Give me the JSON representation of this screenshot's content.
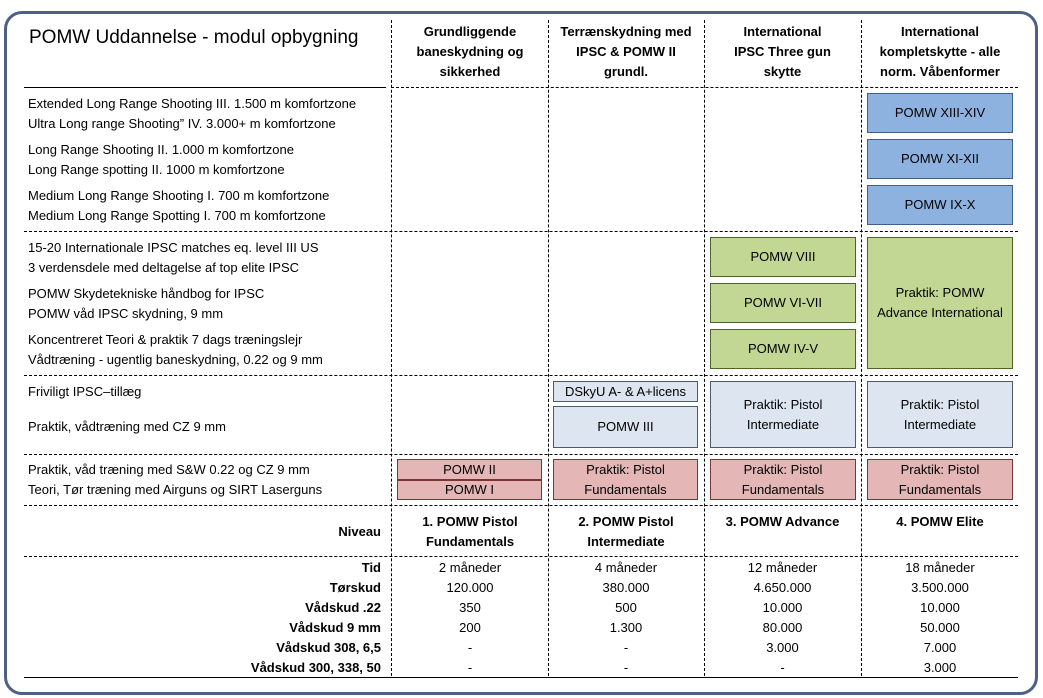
{
  "title": "POMW Uddannelse - modul opbygning",
  "columns": [
    {
      "l1": "Grundliggende",
      "l2": "baneskydning og",
      "l3": "sikkerhed"
    },
    {
      "l1": "Terrænskydning med",
      "l2": "IPSC & POMW II",
      "l3": "grundl."
    },
    {
      "l1": "International",
      "l2": "IPSC Three gun",
      "l3": "skytte"
    },
    {
      "l1": "International",
      "l2": "kompletskytte - alle",
      "l3": "norm. Våbenformer"
    }
  ],
  "left_rows": [
    "Extended Long Range Shooting III. 1.500 m komfortzone",
    "Ultra Long range Shooting” IV. 3.000+ m komfortzone",
    "Long Range Shooting II. 1.000 m komfortzone",
    "Long Range spotting II. 1000 m komfortzone",
    "Medium Long Range Shooting I. 700 m komfortzone",
    "Medium Long Range Spotting I. 700 m komfortzone",
    "15-20 Internationale IPSC matches eq. level III US",
    "3 verdensdele med deltagelse af top elite IPSC",
    "POMW Skydetekniske håndbog for IPSC",
    "POMW våd IPSC skydning, 9 mm",
    "Koncentreret Teori & praktik 7 dags træningslejr",
    "Vådtræning - ugentlig baneskydning, 0.22 og 9 mm",
    "Friviligt IPSC–tillæg",
    "Praktik, vådtræning med CZ 9 mm",
    "Praktik, våd træning med S&W 0.22 og CZ 9 mm",
    "Teori, Tør træning med Airguns og SIRT Laserguns"
  ],
  "boxes": {
    "pomw_xiii_xiv": "POMW XIII-XIV",
    "pomw_xi_xii": "POMW XI-XII",
    "pomw_ix_x": "POMW IX-X",
    "pomw_viii": "POMW VIII",
    "pomw_vi_vii": "POMW VI-VII",
    "pomw_iv_v": "POMW IV-V",
    "praktik_adv_l1": "Praktik: POMW",
    "praktik_adv_l2": "Advance International",
    "dskyu": "DSkyU A- & A+licens",
    "pomw_iii": "POMW III",
    "pistol_inter_l1": "Praktik: Pistol",
    "pistol_inter_l2": "Intermediate",
    "pomw_ii": "POMW II",
    "pomw_i": "POMW I",
    "pistol_fund_l1": "Praktik: Pistol",
    "pistol_fund_l2": "Fundamentals"
  },
  "niveau_label": "Niveau",
  "levels": [
    {
      "l1": "1. POMW Pistol",
      "l2": "Fundamentals"
    },
    {
      "l1": "2. POMW Pistol",
      "l2": "Intermediate"
    },
    {
      "l1": "3. POMW Advance",
      "l2": ""
    },
    {
      "l1": "4. POMW Elite",
      "l2": ""
    }
  ],
  "stats": [
    {
      "label": "Tid",
      "values": [
        "2 måneder",
        "4 måneder",
        "12 måneder",
        "18 måneder"
      ]
    },
    {
      "label": "Tørskud",
      "values": [
        "120.000",
        "380.000",
        "4.650.000",
        "3.500.000"
      ]
    },
    {
      "label": "Vådskud .22",
      "values": [
        "350",
        "500",
        "10.000",
        "10.000"
      ]
    },
    {
      "label": "Vådskud 9 mm",
      "values": [
        "200",
        "1.300",
        "80.000",
        "50.000"
      ]
    },
    {
      "label": "Vådskud 308, 6,5",
      "values": [
        "-",
        "-",
        "3.000",
        "7.000"
      ]
    },
    {
      "label": "Vådskud 300, 338, 50",
      "values": [
        "-",
        "-",
        "-",
        "3.000"
      ]
    }
  ],
  "colors": {
    "frame": "#4e6185",
    "blue_box": "#8eb2e0",
    "green_box": "#c1d793",
    "light_blue_box": "#dde6f0",
    "pink_box": "#e5b6b6"
  }
}
